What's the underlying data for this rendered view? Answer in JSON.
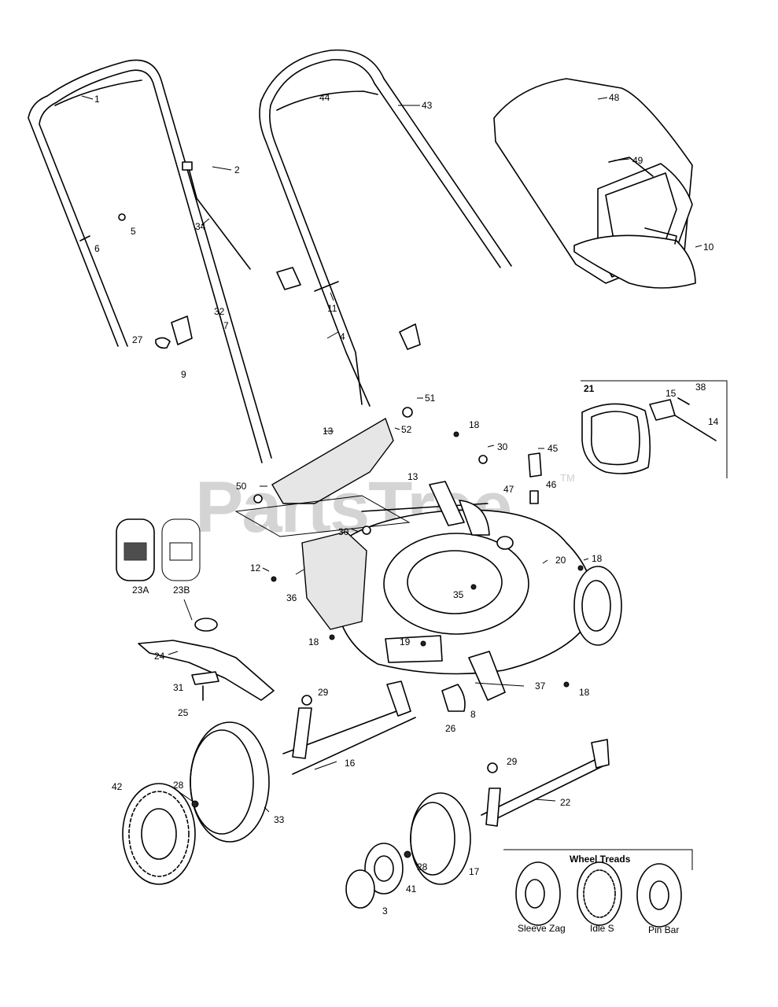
{
  "watermark": {
    "text": "PartsTree",
    "mark": "TM"
  },
  "callouts": {
    "c1": "1",
    "c2": "2",
    "c3": "3",
    "c4": "4",
    "c5": "5",
    "c6": "6",
    "c7": "7",
    "c8": "8",
    "c9": "9",
    "c10": "10",
    "c11": "11",
    "c12": "12",
    "c13a": "13",
    "c13b": "13",
    "c14": "14",
    "c15": "15",
    "c16": "16",
    "c17": "17",
    "c18a": "18",
    "c18b": "18",
    "c18c": "18",
    "c18d": "18",
    "c19": "19",
    "c20": "20",
    "c21": "21",
    "c22": "22",
    "c23a": "23A",
    "c23b": "23B",
    "c24": "24",
    "c25": "25",
    "c26": "26",
    "c27": "27",
    "c28a": "28",
    "c28b": "28",
    "c29a": "29",
    "c29b": "29",
    "c30a": "30",
    "c30b": "30",
    "c31": "31",
    "c32": "32",
    "c33": "33",
    "c34": "34",
    "c35": "35",
    "c36": "36",
    "c37": "37",
    "c38": "38",
    "c41": "41",
    "c42": "42",
    "c43": "43",
    "c44": "44",
    "c45": "45",
    "c46": "46",
    "c47": "47",
    "c48": "48",
    "c49": "49",
    "c50": "50",
    "c51": "51",
    "c52": "52"
  },
  "wheel_treads": {
    "title": "Wheel Treads",
    "items": [
      "Sleeve Zag",
      "Idle S",
      "Pin Bar"
    ]
  }
}
